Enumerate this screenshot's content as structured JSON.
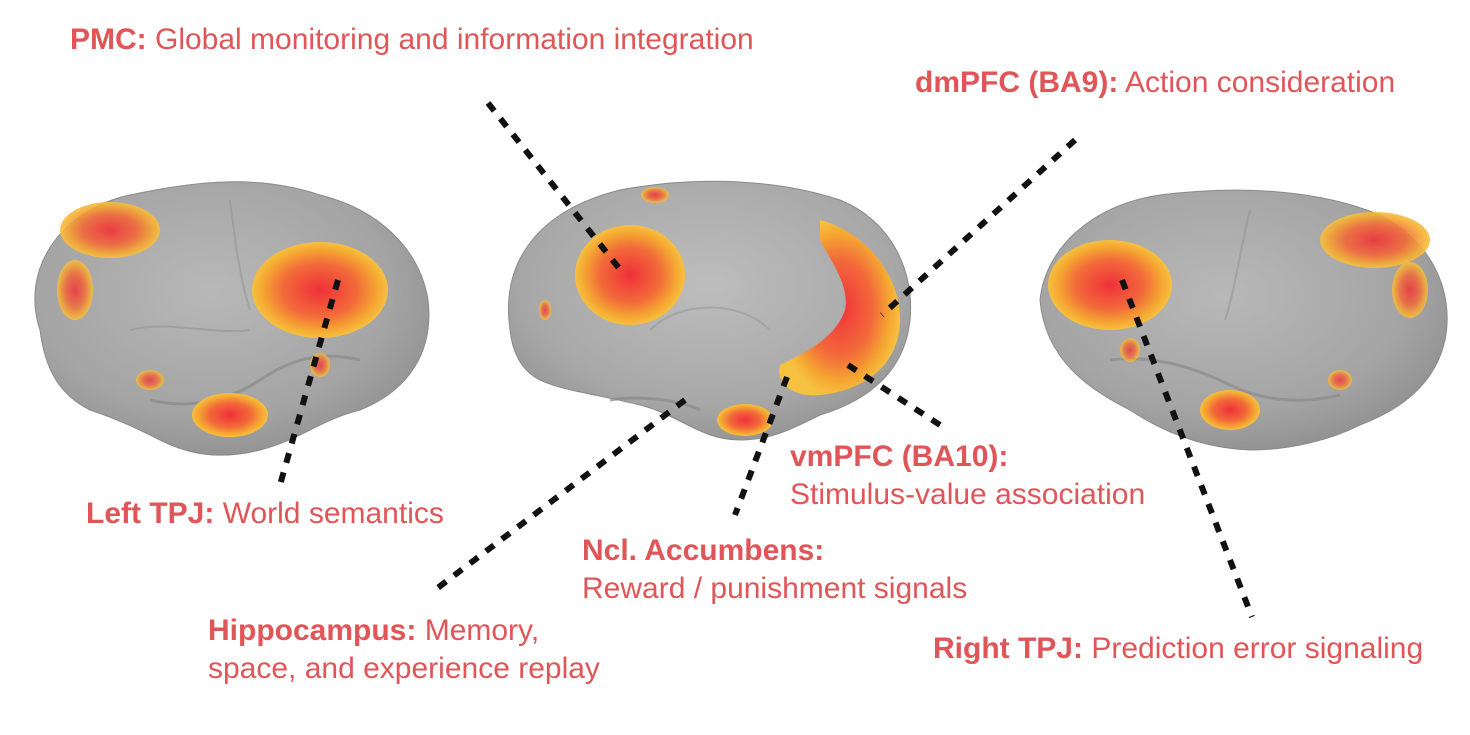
{
  "colors": {
    "label": "#e05557",
    "cortex": "#a9a9a9",
    "activation_core": "#f0403a",
    "activation_edge": "#f5b530",
    "leader_line": "#111111"
  },
  "labels": {
    "pmc": {
      "name": "PMC:",
      "desc": "Global monitoring and information integration"
    },
    "dmpfc": {
      "name": "dmPFC (BA9):",
      "desc": "Action consideration"
    },
    "left_tpj": {
      "name": "Left TPJ:",
      "desc": "World semantics"
    },
    "vmpfc": {
      "name": "vmPFC (BA10):",
      "desc": "Stimulus-value association"
    },
    "nacc": {
      "name": "Ncl. Accumbens:",
      "desc": "Reward / punishment signals"
    },
    "hippocampus": {
      "name": "Hippocampus:",
      "desc1": "Memory,",
      "desc2": "space, and experience replay"
    },
    "right_tpj": {
      "name": "Right TPJ:",
      "desc": "Prediction error signaling"
    }
  }
}
